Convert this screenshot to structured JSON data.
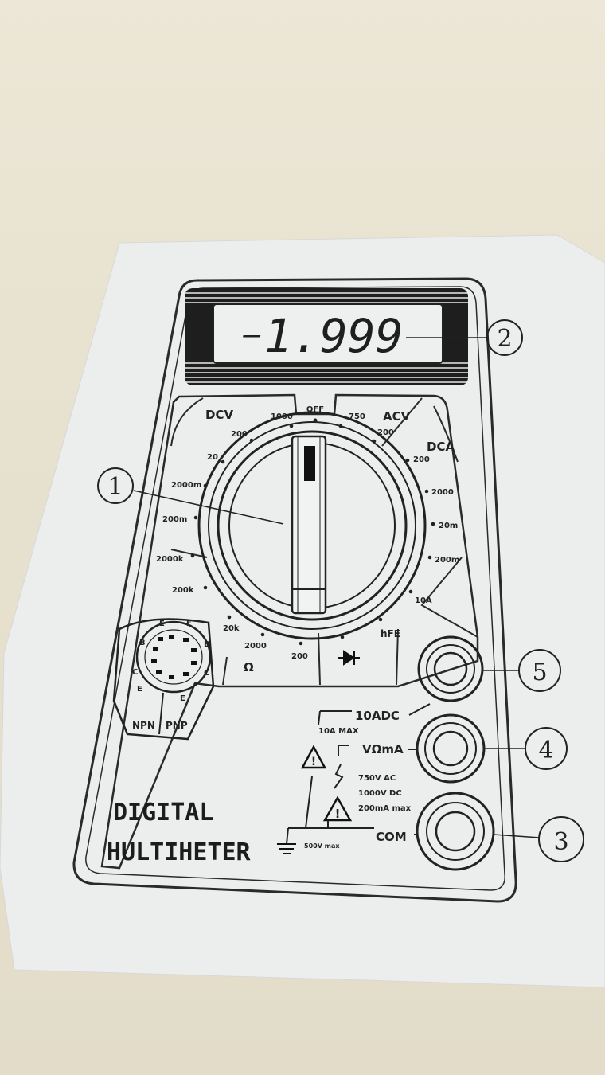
{
  "display": {
    "reading": "1.999",
    "sign": "–"
  },
  "callouts": {
    "c1": "1",
    "c2": "2",
    "c3": "3",
    "c4": "4",
    "c5": "5"
  },
  "dial": {
    "off": "OFF",
    "sections": {
      "dcv": "DCV",
      "acv": "ACV",
      "dca": "DCA",
      "ohm": "Ω",
      "hfe": "hFE"
    },
    "dcv_ranges": [
      "1000",
      "200",
      "20",
      "2000m",
      "200m"
    ],
    "acv_ranges": [
      "750",
      "200"
    ],
    "dca_ranges": [
      "200",
      "2000",
      "20m",
      "200m",
      "10A"
    ],
    "ohm_ranges": [
      "2000k",
      "200k",
      "20k",
      "2000",
      "200"
    ]
  },
  "transistor_socket": {
    "pins_left": [
      "E",
      "B",
      "C",
      "E"
    ],
    "pins_right": [
      "E",
      "B",
      "C",
      "E"
    ],
    "npn": "NPN",
    "pnp": "PNP"
  },
  "jacks": {
    "a10": "10ADC",
    "a10_max": "10A MAX",
    "vohm": "VΩmA",
    "v_ac": "750V AC",
    "v_dc": "1000V DC",
    "ma_max": "200mA  max",
    "com": "COM",
    "ground_max": "500V  max"
  },
  "brand": {
    "line1": "DIGITAL",
    "line2": "HULTIHETER"
  }
}
